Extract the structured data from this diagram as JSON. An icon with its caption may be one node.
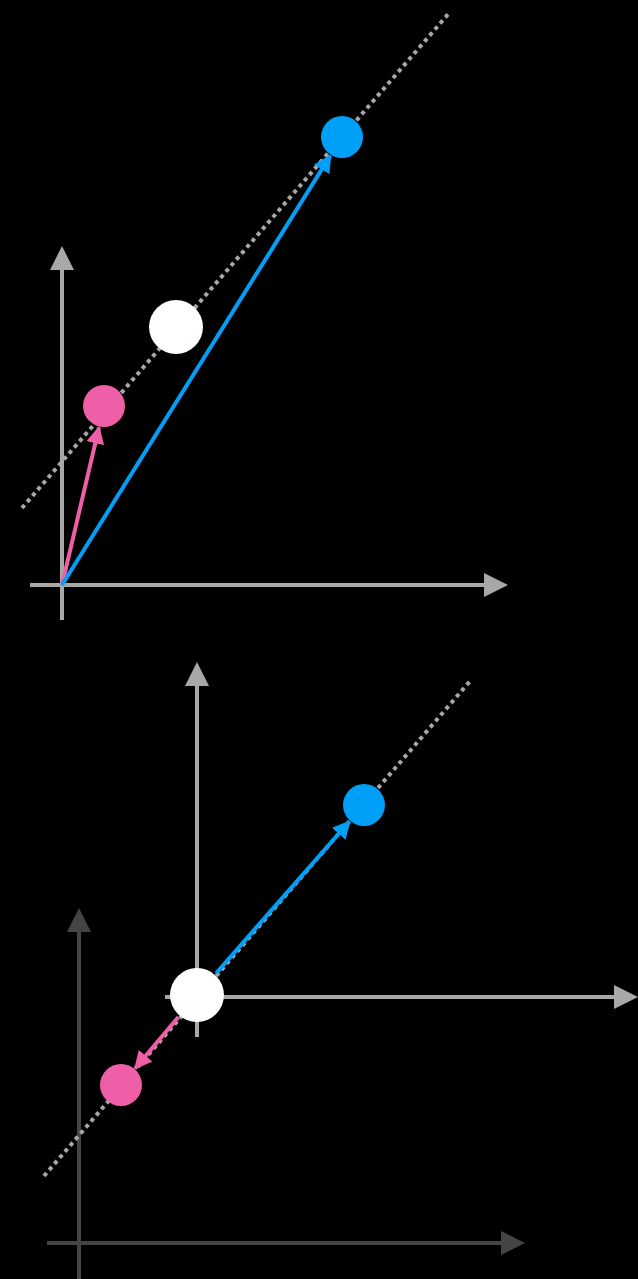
{
  "diagram": {
    "nodes": [
      {
        "text": [],
        "shape": "circle"
      },
      {
        "text": [],
        "shape": "circle"
      },
      {
        "text": [],
        "shape": "circle"
      },
      {
        "text": [],
        "shape": "circle"
      },
      {
        "text": [],
        "shape": "circle"
      },
      {
        "text": [],
        "shape": "circle"
      }
    ],
    "edges": [
      {
        "from": null,
        "to": 2,
        "arrow": "to",
        "color": "#ee5fa7"
      },
      {
        "from": null,
        "to": 0,
        "arrow": "to",
        "color": "#00a0f8"
      },
      {
        "from": 4,
        "to": 3,
        "arrow": "to",
        "color": "#00a0f8"
      },
      {
        "from": 4,
        "to": 5,
        "arrow": "to",
        "color": "#ee5fa7"
      }
    ]
  }
}
